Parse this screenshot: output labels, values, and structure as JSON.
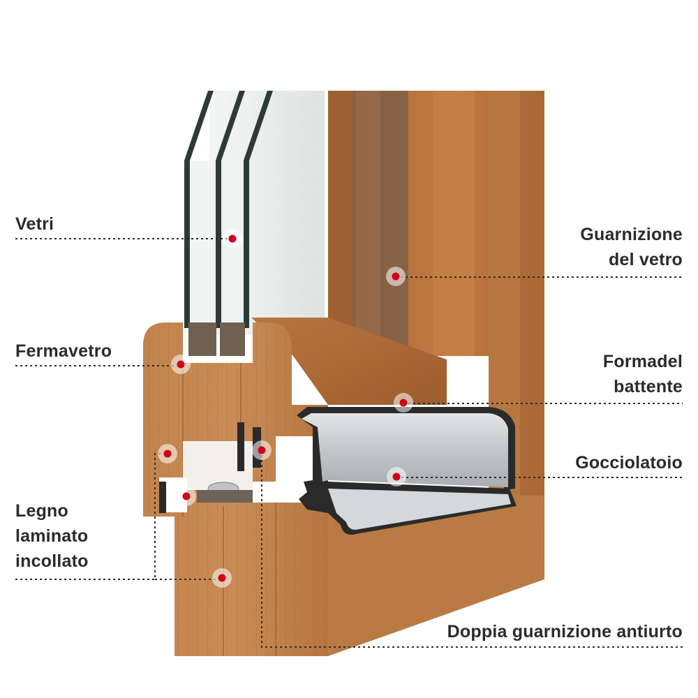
{
  "diagram": {
    "labels": {
      "vetri": "Vetri",
      "fermavetro": "Fermavetro",
      "legno": [
        "Legno",
        "laminato",
        "incollato"
      ],
      "guarnizione_vetro": [
        "Guarnizione",
        "del vetro"
      ],
      "forma_battente": [
        "Formadel",
        "battente"
      ],
      "gocciolatoio": "Gocciolatoio",
      "doppia_guarnizione": "Doppia guarnizione antiurto"
    },
    "colors": {
      "wood_light": "#c98a4f",
      "wood_mid": "#b0703a",
      "wood_dark": "#8a5228",
      "glass": "#e8ecea",
      "glass_edge": "#2f3a35",
      "aluminium": "#c9ccce",
      "gasket": "#2a2a2a",
      "marker": "#d0021b",
      "leader": "#2b2b2b",
      "text": "#2b2b2b"
    }
  }
}
